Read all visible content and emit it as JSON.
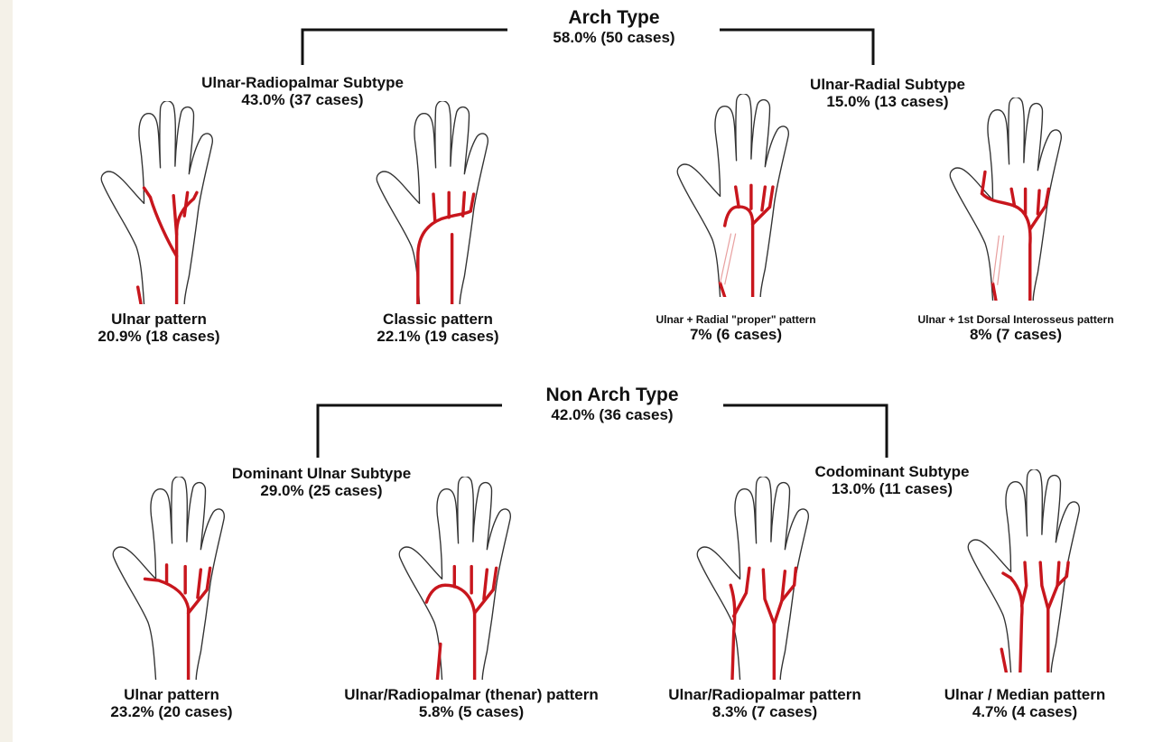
{
  "colors": {
    "artery": "#c8161d",
    "outline": "#333333",
    "background": "#ffffff",
    "margin": "#f4f1e8"
  },
  "arch": {
    "title": "Arch Type",
    "stat": "58.0% (50 cases)",
    "subtypes": [
      {
        "title": "Ulnar-Radiopalmar Subtype",
        "stat": "43.0% (37 cases)",
        "patterns": [
          {
            "name": "Ulnar pattern",
            "stat": "20.9% (18 cases)"
          },
          {
            "name": "Classic pattern",
            "stat": "22.1% (19 cases)"
          }
        ]
      },
      {
        "title": "Ulnar-Radial Subtype",
        "stat": "15.0% (13 cases)",
        "patterns": [
          {
            "name": "Ulnar + Radial \"proper\" pattern",
            "stat": "7% (6 cases)"
          },
          {
            "name": "Ulnar + 1st Dorsal Interosseus pattern",
            "stat": "8% (7 cases)"
          }
        ]
      }
    ]
  },
  "nonarch": {
    "title": "Non Arch Type",
    "stat": "42.0% (36 cases)",
    "subtypes": [
      {
        "title": "Dominant Ulnar Subtype",
        "stat": "29.0% (25 cases)",
        "patterns": [
          {
            "name": "Ulnar pattern",
            "stat": "23.2% (20 cases)"
          },
          {
            "name": "Ulnar/Radiopalmar (thenar) pattern",
            "stat": "5.8% (5 cases)"
          }
        ]
      },
      {
        "title": "Codominant Subtype",
        "stat": "13.0% (11 cases)",
        "patterns": [
          {
            "name": "Ulnar/Radiopalmar pattern",
            "stat": "8.3% (7 cases)"
          },
          {
            "name": "Ulnar / Median pattern",
            "stat": "4.7% (4 cases)"
          }
        ]
      }
    ]
  }
}
